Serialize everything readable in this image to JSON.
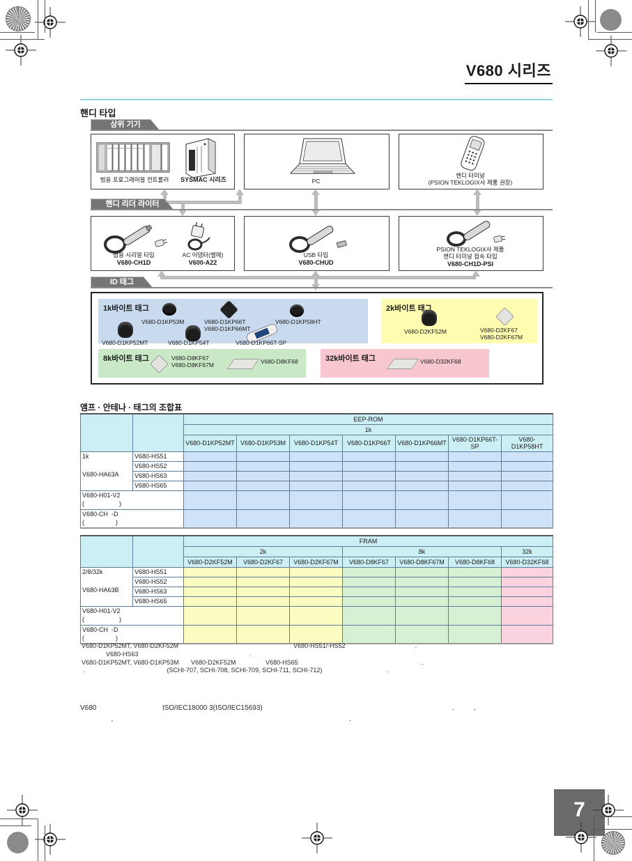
{
  "page": {
    "title_model": "V680",
    "title_series": " 시리즈",
    "heading": "핸디 타입",
    "page_number": "7"
  },
  "sections": {
    "host_label": "상위 기기",
    "reader_label": "핸디 리더 라이터",
    "tag_label": "ID 태그"
  },
  "host": {
    "plc_caption": "범용 프로그래머블 컨트롤러",
    "sysmac_caption": "SYSMAC 시리즈",
    "pc_caption": "PC",
    "terminal_caption1": "핸디 터미널",
    "terminal_caption2": "(PSION TEKLOGIX사 제품 권장)"
  },
  "readers": {
    "serial_caption": "범용 시리얼 타입",
    "serial_model": "V680-CH1D",
    "adapter_caption": "AC 어댑터(별매)",
    "adapter_model": "V600-A22",
    "usb_caption": "USB 타입",
    "usb_model": "V680-CHUD",
    "psion_caption1": "PSION TEKLOGIX사 제품",
    "psion_caption2": "핸디 터미널 접속 타입",
    "psion_model": "V680-CH1D-PSI"
  },
  "tags": {
    "k1": {
      "title": "1k바이트 태그",
      "m53": "V680-D1KP53M",
      "m66t": "V680-D1KP66T",
      "m66mt": "V680-D1KP66MT",
      "m58": "V680-D1KP58HT",
      "m52": "V680-D1KP52MT",
      "m54": "V680-D1KP54T",
      "m66sp": "V680-D1KP66T-SP"
    },
    "k2": {
      "title": "2k바이트 태그",
      "m52": "V680-D2KF52M",
      "m67": "V680-D2KF67",
      "m67m": "V680-D2KF67M"
    },
    "k8": {
      "title": "8k바이트 태그",
      "m67": "V680-D8KF67",
      "m67m": "V680-D8KF67M",
      "m68": "V680-D8KF68"
    },
    "k32": {
      "title": "32k바이트 태그",
      "m68": "V680-D32KF68"
    }
  },
  "combo": {
    "title": "앰프 · 안테나 · 태그의 조합표",
    "table1": {
      "rom": "EEP-ROM",
      "cap": "1k",
      "cols": [
        "V680-D1KP52MT",
        "V680-D1KP53M",
        "V680-D1KP54T",
        "V680-D1KP66T",
        "V680-D1KP66MT",
        "V680-D1KP66T-SP",
        "V680-D1KP58HT"
      ],
      "amp_cap": "1k",
      "amp": "V680-HA63A",
      "ant": [
        "V680-HS51",
        "V680-HS52",
        "V680-HS63",
        "V680-HS65"
      ],
      "r5a": "V680-H01-V2",
      "r5b": "(                    )",
      "r6a": "V680-CH  -D",
      "r6b": "(                  )"
    },
    "table2": {
      "rom": "FRAM",
      "cap2k": "2k",
      "cap8k": "8k",
      "cap32k": "32k",
      "cols": [
        "V680-D2KF52M",
        "V680-D2KF67",
        "V680-D2KF67M",
        "V680-D8KF67",
        "V680-D8KF67M",
        "V680-D8KF68",
        "V680-D32KF68"
      ],
      "amp_cap": "2/8/32k",
      "amp": "V680-HA63B",
      "ant": [
        "V680-HS51",
        "V680-HS52",
        "V680-HS63",
        "V680-HS65"
      ],
      "r5a": "V680-H01-V2",
      "r5b": "(                    )",
      "r6a": "V680-CH  -D",
      "r6b": "(                  )"
    }
  },
  "footnotes": [
    "V680-D1KP52MT, V680-D2KF52M                                                                  V680-HS51/-HS52                                        .",
    "              V680-HS63                                                                .",
    "V680-D1KP52MT, V680-D1KP53M       V680-D2KF52M                 V680-HS65                                                                       .",
    " .                                               (SCHI-707, SCHI-708, SCHI-709, SCHI-711, SCHI-712)                                     ."
  ],
  "bottom_note": [
    "V680                                  ISO/IEC18000 3(ISO/IEC15693)                                                                                                  .          ,",
    "                ,                                                                                                                          ."
  ]
}
